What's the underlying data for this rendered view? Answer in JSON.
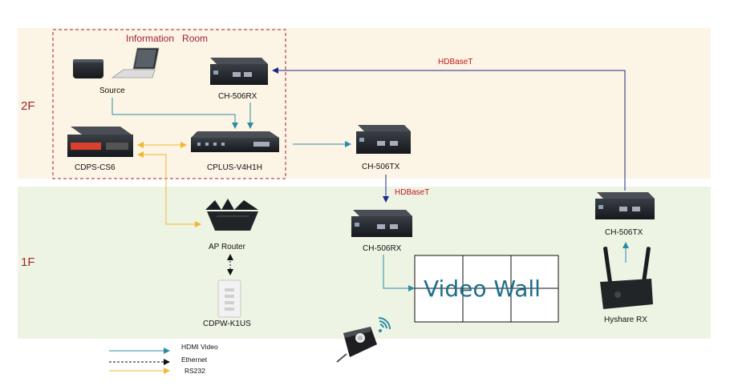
{
  "floors": {
    "upper": "2F",
    "lower": "1F"
  },
  "room_label": "Information   Room",
  "devices": {
    "source": "Source",
    "rx_2f": "CH-506RX",
    "cdps": "CDPS-CS6",
    "cplus": "CPLUS-V4H1H",
    "tx_mid": "CH-506TX",
    "rx_1f": "CH-506RX",
    "ap_router": "AP Router",
    "cdpw": "CDPW-K1US",
    "tx_1f": "CH-506TX",
    "hyshare": "Hyshare RX"
  },
  "links": {
    "hdbaset_top": "HDBaseT",
    "hdbaset_mid": "HDBaseT"
  },
  "video_wall": "Video Wall",
  "legend": [
    {
      "label": "HDMI Video",
      "color": "#2b8ba8"
    },
    {
      "label": "Ethernet",
      "color": "#111111"
    },
    {
      "label": "RS232",
      "color": "#f2b632"
    }
  ],
  "colors": {
    "floor_2f_bg": "#fcf4e4",
    "floor_1f_bg": "#eef4e4",
    "hdmi": "#2b8ba8",
    "hdbaset": "#1c2a8a",
    "rs232": "#f2b632",
    "ethernet": "#111111"
  }
}
